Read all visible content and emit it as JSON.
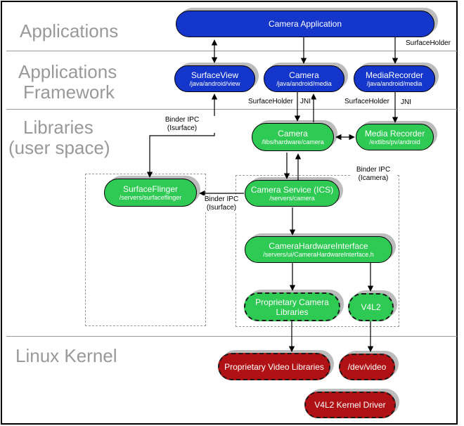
{
  "sections": {
    "applications": "Applications",
    "framework_l1": "Applications",
    "framework_l2": "Framework",
    "libraries_l1": "Libraries",
    "libraries_l2": "(user space)",
    "kernel": "Linux Kernel"
  },
  "nodes": {
    "camera_application": {
      "title": "Camera Application"
    },
    "surfaceview": {
      "title": "SurfaceView",
      "path": "/java/android/view"
    },
    "camera_framework": {
      "title": "Camera",
      "path": "/java/android/media"
    },
    "media_recorder_framework": {
      "title": "MediaRecorder",
      "path": "/java/android/media"
    },
    "camera_library": {
      "title": "Camera",
      "path": "/libs/hardware/camera"
    },
    "media_recorder_library": {
      "title": "Media Recorder",
      "path": "/extlibs/pv/android"
    },
    "surfaceflinger": {
      "title": "SurfaceFlinger",
      "path": "/servers/surfaceflinger"
    },
    "camera_service": {
      "title": "Camera Service (ICS)",
      "path": "/servers/camera"
    },
    "camera_hardware_interface": {
      "title": "CameraHardwareInterface",
      "path": "/servers/ui/CameraHardwareInterface.h"
    },
    "proprietary_camera_libraries": {
      "title": "Proprietary Camera Libraries"
    },
    "v4l2": {
      "title": "V4L2"
    },
    "proprietary_video_libraries": {
      "title": "Proprietary Video Libraries"
    },
    "dev_video": {
      "title": "/dev/video"
    },
    "v4l2_kernel_driver": {
      "title": "V4L2 Kernel Driver"
    }
  },
  "labels": {
    "surfaceholder_top": "SurfaceHolder",
    "surfaceholder_camera": "SurfaceHolder",
    "jni_camera": "JNI",
    "surfaceholder_media": "SurfaceHolder",
    "jni_media": "JNI",
    "binder_isurface_surfaceview": {
      "l1": "Binder IPC",
      "l2": "(Isurface)"
    },
    "binder_icamera": {
      "l1": "Binder IPC",
      "l2": "(Icamera)"
    },
    "binder_isurface_cs": {
      "l1": "Binder IPC",
      "l2": "(Isurface)"
    }
  },
  "colors": {
    "framework_blue": "#1536cb",
    "userspace_green": "#2eca54",
    "kernel_red": "#b01114",
    "section_label_gray": "#999999",
    "shadow_gray": "#bcbcbc"
  }
}
